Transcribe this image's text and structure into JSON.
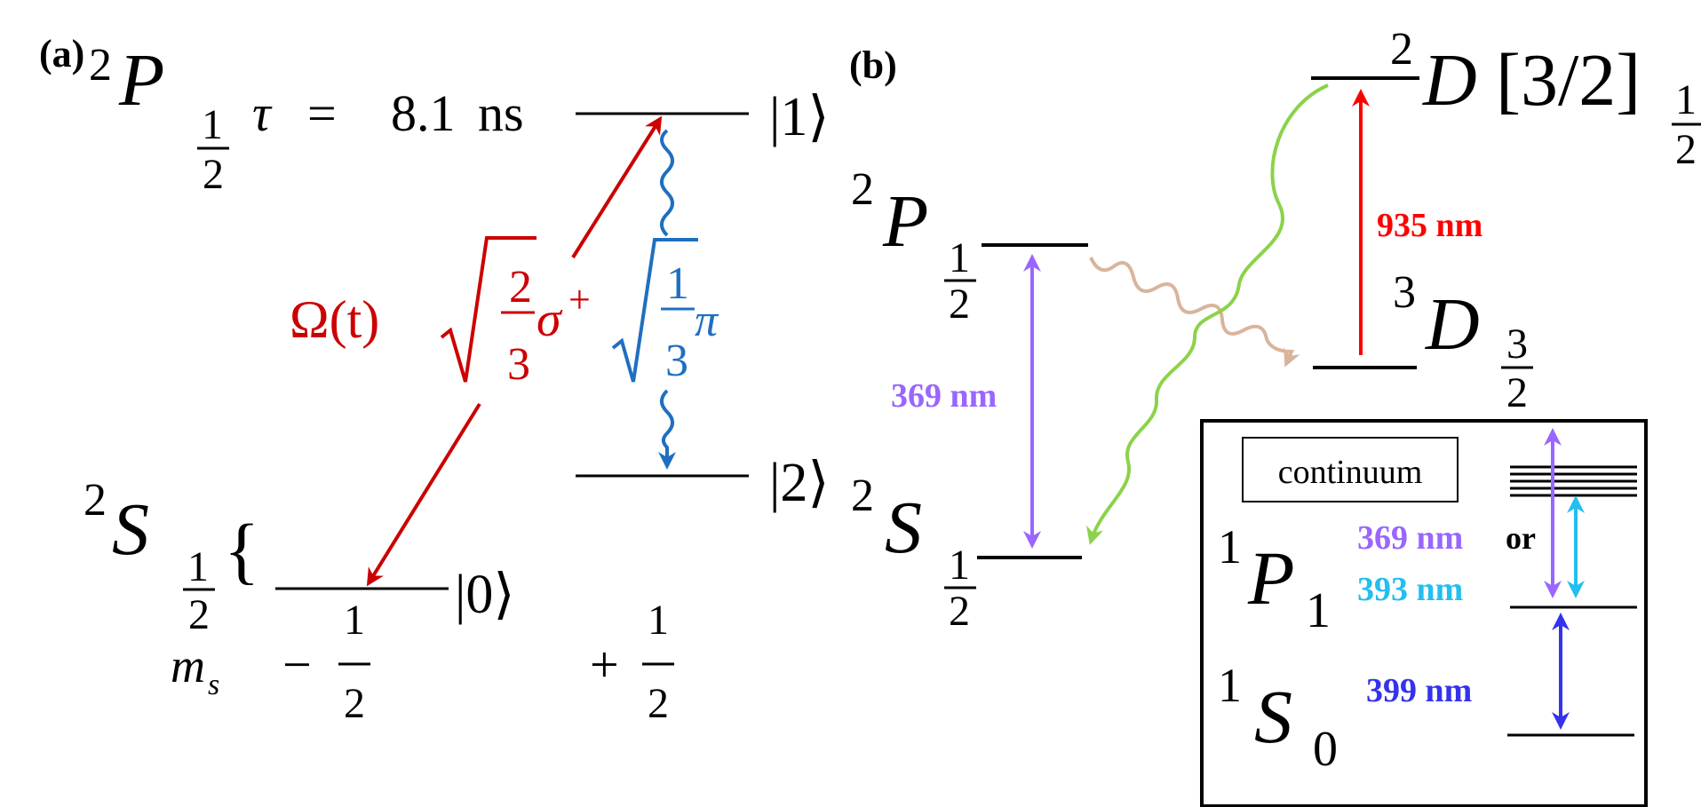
{
  "panel_a": {
    "label": "(a)",
    "p_state": {
      "sup": "2",
      "letter": "P",
      "frac_num": "1",
      "frac_den": "2"
    },
    "lifetime": {
      "tau": "τ",
      "equals": "=",
      "value": "8.1",
      "unit": "ns"
    },
    "ket_1": "|1⟩",
    "ket_2": "|2⟩",
    "ket_0": "|0⟩",
    "s_state": {
      "sup": "2",
      "letter": "S",
      "frac_num": "1",
      "frac_den": "2",
      "brace": "{"
    },
    "rabi": "Ω(t)",
    "sigma_branch": {
      "num": "2",
      "den": "3",
      "symbol": "σ",
      "sup": "+"
    },
    "pi_branch": {
      "num": "1",
      "den": "3",
      "symbol": "π"
    },
    "ms_label": {
      "m": "m",
      "sub": "s"
    },
    "ms_minus": {
      "sign": "−",
      "num": "1",
      "den": "2"
    },
    "ms_plus": {
      "sign": "+",
      "num": "1",
      "den": "2"
    }
  },
  "panel_b": {
    "label": "(b)",
    "p12": {
      "sup": "2",
      "letter": "P",
      "frac_num": "1",
      "frac_den": "2"
    },
    "s12": {
      "sup": "2",
      "letter": "S",
      "frac_num": "1",
      "frac_den": "2"
    },
    "d32": {
      "sup": "3",
      "letter": "D",
      "frac_num": "3",
      "frac_den": "2"
    },
    "d_upper": {
      "sup": "2",
      "letter": "D",
      "bracket": "[3/2]",
      "frac_num": "1",
      "frac_den": "2"
    },
    "wl_369": "369 nm",
    "wl_935": "935 nm"
  },
  "inset": {
    "continuum": "continuum",
    "p1": {
      "sup": "1",
      "letter": "P",
      "sub": "1"
    },
    "s0": {
      "sup": "1",
      "letter": "S",
      "sub": "0"
    },
    "wl_369": "369 nm",
    "or": "or",
    "wl_393": "393 nm",
    "wl_399": "399 nm"
  },
  "colors": {
    "black": "#000000",
    "red_a": "#cc0000",
    "blue_a": "#1f6fc0",
    "violet": "#9966ff",
    "red_b": "#ff0000",
    "green": "#8cd24a",
    "tan": "#d9b49c",
    "cyan": "#22bff0",
    "deep_blue": "#3333ee"
  }
}
